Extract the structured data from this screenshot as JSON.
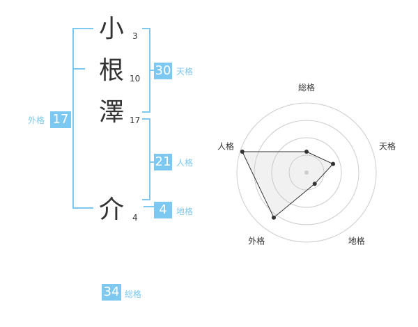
{
  "name_chars": [
    {
      "char": "小",
      "strokes": "3"
    },
    {
      "char": "根",
      "strokes": "10"
    },
    {
      "char": "澤",
      "strokes": "17"
    },
    {
      "char": "介",
      "strokes": "4"
    }
  ],
  "kaku": {
    "tenkaku": {
      "label": "天格",
      "value": "30"
    },
    "jinkaku": {
      "label": "人格",
      "value": "21"
    },
    "chikaku": {
      "label": "地格",
      "value": "4"
    },
    "gaikaku": {
      "label": "外格",
      "value": "17"
    },
    "soukaku": {
      "label": "総格",
      "value": "34"
    }
  },
  "colors": {
    "accent": "#7cc8f0",
    "text": "#333333",
    "grid": "#cccccc"
  },
  "chart_data": {
    "type": "radar",
    "axes": [
      "総格",
      "天格",
      "地格",
      "外格",
      "人格"
    ],
    "values": [
      0.3,
      0.4,
      0.2,
      0.8,
      0.97
    ],
    "rlim": [
      0,
      1
    ],
    "rings": 4
  }
}
